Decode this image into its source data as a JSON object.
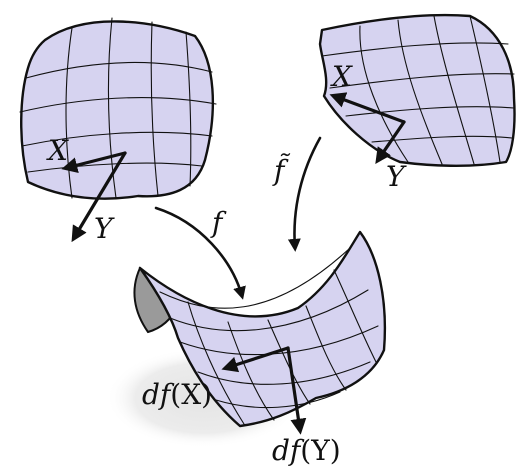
{
  "labels": {
    "left_x": "X",
    "left_y": "Y",
    "right_x": "X",
    "right_y": "Y",
    "map_f": "f",
    "map_f_tilde": "f̃",
    "df_x_prefix": "df",
    "df_x_arg": "(X)",
    "df_y_prefix": "df",
    "df_y_arg": "(Y)"
  },
  "colors": {
    "patch_fill": "#d6d3f0",
    "stroke": "#111111",
    "shadow": "#e6e6e6",
    "saddle_fold": "#9a9a9a"
  }
}
